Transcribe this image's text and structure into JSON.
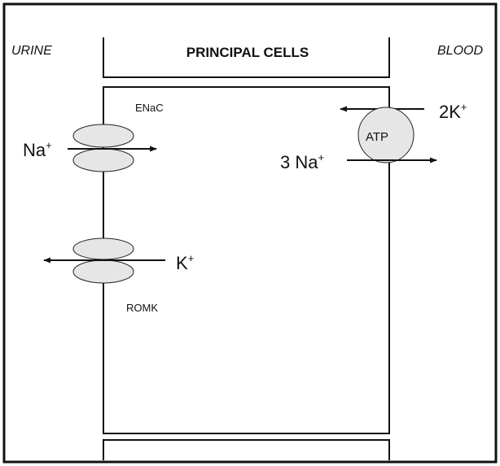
{
  "labels": {
    "urine": "URINE",
    "blood": "BLOOD",
    "title": "PRINCIPAL CELLS",
    "enac": "ENaC",
    "romk": "ROMK",
    "atp": "ATP",
    "na_left_base": "Na",
    "na_left_sup": "+",
    "k_right_base": "K",
    "k_right_sup": "+",
    "twok_base": "2K",
    "twok_sup": "+",
    "threena_base": "3 Na",
    "threena_sup": "+"
  },
  "colors": {
    "channel_fill": "#e6e6e6",
    "line": "#111111",
    "background": "#ffffff"
  }
}
